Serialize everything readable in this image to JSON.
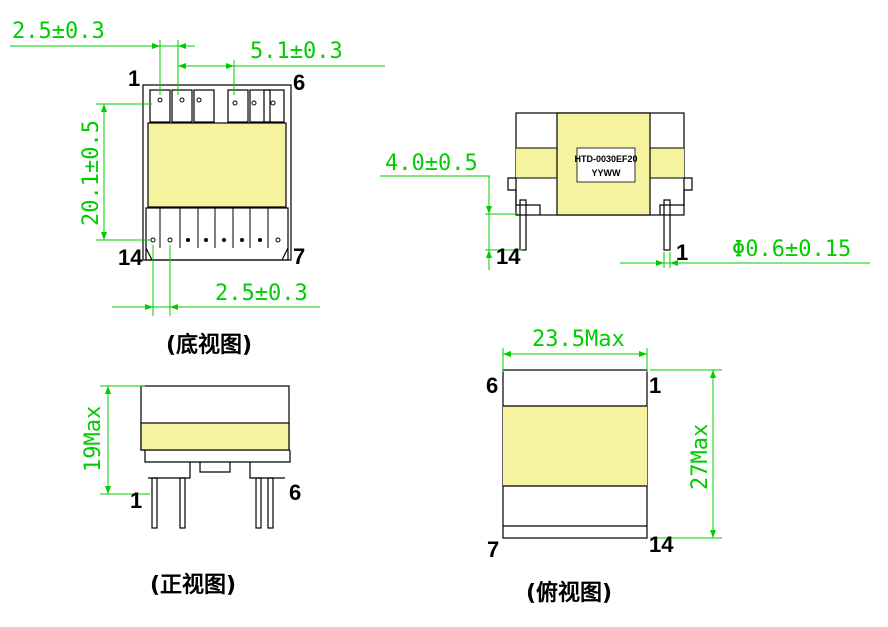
{
  "colors": {
    "dimension": "#00cc00",
    "core": "#f5f3a0",
    "outline": "#000000"
  },
  "bottom_view": {
    "caption": "(底视图)",
    "dim_pitch_top": "2.5±0.3",
    "dim_span_top": "5.1±0.3",
    "dim_height": "20.1±0.5",
    "dim_pitch_bottom": "2.5±0.3",
    "pin_1": "1",
    "pin_6": "6",
    "pin_14": "14",
    "pin_7": "7"
  },
  "side_view": {
    "label_line1": "HTD-0030EF20",
    "label_line2": "YYWW",
    "dim_standoff": "4.0±0.5",
    "dim_pin_dia": "Φ0.6±0.15",
    "pin_14": "14",
    "pin_1": "1"
  },
  "front_view": {
    "caption": "(正视图)",
    "dim_height": "19Max",
    "pin_1": "1",
    "pin_6": "6"
  },
  "top_view": {
    "caption": "(俯视图)",
    "dim_width": "23.5Max",
    "dim_length": "27Max",
    "pin_6": "6",
    "pin_1": "1",
    "pin_7": "7",
    "pin_14": "14"
  }
}
